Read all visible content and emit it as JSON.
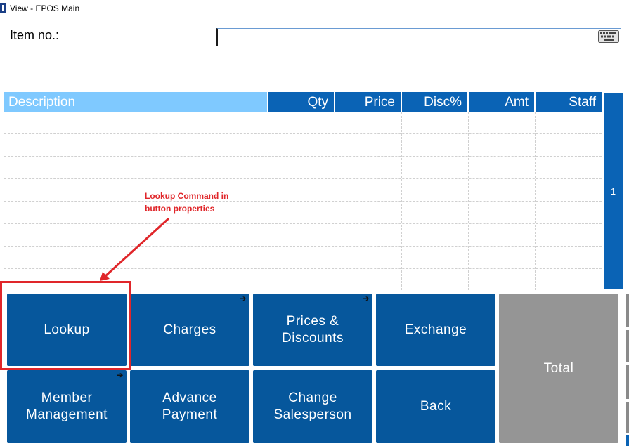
{
  "window": {
    "title": "View - EPOS Main"
  },
  "item_entry": {
    "label": "Item no.:",
    "value": "",
    "placeholder": ""
  },
  "grid": {
    "columns": [
      "Description",
      "Qty",
      "Price",
      "Disc%",
      "Amt",
      "Staff"
    ],
    "rows": [],
    "page_number": "1"
  },
  "buttons": {
    "lookup": "Lookup",
    "charges": "Charges",
    "prices_discounts": "Prices &\nDiscounts",
    "exchange": "Exchange",
    "total": "Total",
    "member_management": "Member\nManagement",
    "advance_payment": "Advance\nPayment",
    "change_salesperson": "Change\nSalesperson",
    "back": "Back",
    "submenu_arrow": "➔"
  },
  "annotation": {
    "text": "Lookup Command in button properties"
  },
  "colors": {
    "button_blue": "#06579c",
    "header_blue": "#0a63b5",
    "header_light": "#7fc9ff",
    "total_gray": "#959595",
    "annotation_red": "#e0262a"
  },
  "icons": {
    "keyboard": "keyboard-icon",
    "app": "app-icon"
  }
}
